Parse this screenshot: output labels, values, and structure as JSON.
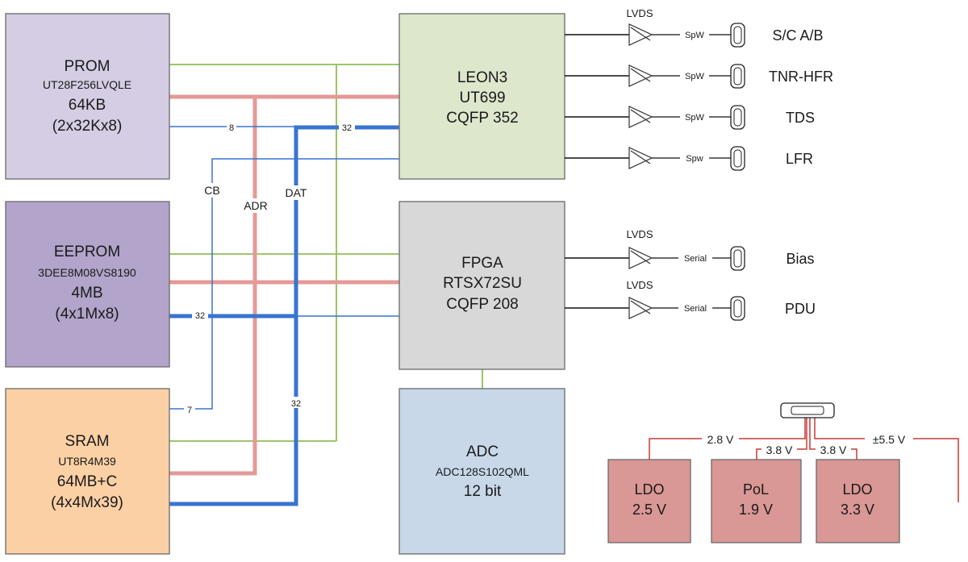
{
  "colors": {
    "prom": "#d5cde4",
    "eeprom": "#b3a4cb",
    "sram": "#fbd0a5",
    "leon": "#dce7cc",
    "fpga": "#d8d8d8",
    "adc": "#c8d8e9",
    "ldo": "#d99795",
    "green_bus": "#8fbf54",
    "red_bus": "#e49a98",
    "blue_bus": "#3874d0",
    "power_wire": "#c83a36"
  },
  "blocks": {
    "prom": {
      "name": "PROM",
      "part": "UT28F256LVQLE",
      "size": "64KB",
      "org": "(2x32Kx8)"
    },
    "eeprom": {
      "name": "EEPROM",
      "part": "3DEE8M08VS8190",
      "size": "4MB",
      "org": "(4x1Mx8)"
    },
    "sram": {
      "name": "SRAM",
      "part": "UT8R4M39",
      "size": "64MB+C",
      "org": "(4x4Mx39)"
    },
    "leon": {
      "name": "LEON3",
      "part": "UT699",
      "pkg": "CQFP 352"
    },
    "fpga": {
      "name": "FPGA",
      "part": "RTSX72SU",
      "pkg": "CQFP 208"
    },
    "adc": {
      "name": "ADC",
      "part": "ADC128S102QML",
      "res": "12 bit"
    }
  },
  "bus_labels": {
    "cb": "CB",
    "adr": "ADR",
    "dat": "DAT",
    "prom_width": "8",
    "leon_width": "32",
    "eeprom_width": "32",
    "sram_dat_width": "32",
    "sram_cb_width": "7"
  },
  "links": [
    {
      "lvds": "LVDS",
      "protocol": "SpW",
      "port": "S/C A/B"
    },
    {
      "lvds": "",
      "protocol": "SpW",
      "port": "TNR-HFR"
    },
    {
      "lvds": "",
      "protocol": "SpW",
      "port": "TDS"
    },
    {
      "lvds": "",
      "protocol": "Spw",
      "port": "LFR"
    },
    {
      "lvds": "LVDS",
      "protocol": "Serial",
      "port": "Bias"
    },
    {
      "lvds": "LVDS",
      "protocol": "Serial",
      "port": "PDU"
    }
  ],
  "power": {
    "rails": [
      "2.8 V",
      "3.8 V",
      "3.8 V",
      "±5.5 V"
    ],
    "regulators": [
      {
        "type": "LDO",
        "voltage": "2.5 V"
      },
      {
        "type": "PoL",
        "voltage": "1.9 V"
      },
      {
        "type": "LDO",
        "voltage": "3.3 V"
      }
    ]
  }
}
